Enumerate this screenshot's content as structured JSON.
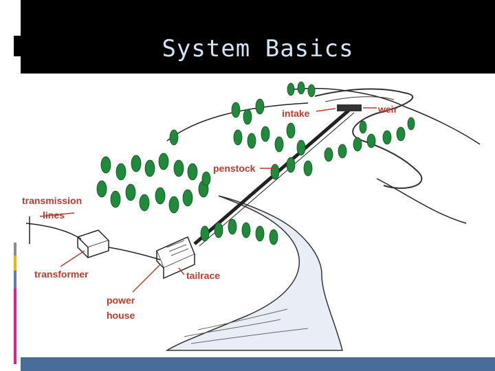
{
  "slide": {
    "title": "System Basics"
  },
  "diagram": {
    "labels": {
      "intake": "intake",
      "weir": "weir",
      "penstock": "penstock",
      "transmission_line1": "transmission",
      "transmission_line2": "lines",
      "transformer": "transformer",
      "tailrace": "tailrace",
      "power_house_line1": "power",
      "power_house_line2": "house"
    },
    "colors": {
      "label": "#c0392b",
      "tree": "#1f8a3a",
      "title_text": "#d6e3f5",
      "bottom_band": "#4a6c9b"
    }
  }
}
